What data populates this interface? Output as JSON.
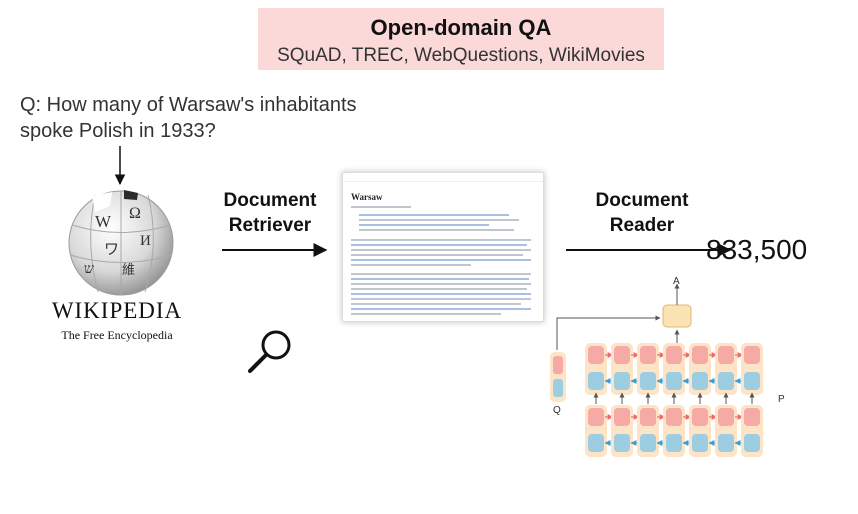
{
  "header": {
    "title": "Open-domain QA",
    "datasets": "SQuAD, TREC, WebQuestions, WikiMovies"
  },
  "question": {
    "line1": "Q:  How many of Warsaw's inhabitants",
    "line2": "spoke Polish in 1933?"
  },
  "wikipedia": {
    "wordmark": "WIKIPEDIA",
    "tagline": "The Free Encyclopedia",
    "globe_glyphs": [
      "W",
      "Ω",
      "И",
      "ワ",
      "維",
      "ש"
    ]
  },
  "retriever": {
    "line1": "Document",
    "line2": "Retriever"
  },
  "document": {
    "title": "Warsaw"
  },
  "reader": {
    "line1": "Document",
    "line2": "Reader"
  },
  "answer": "833,500",
  "model_diagram": {
    "output_label": "A",
    "question_label": "Q",
    "passage_label": "P",
    "colors": {
      "cell_pink": "#f5aaa6",
      "cell_blue": "#9ccde0",
      "cell_bg": "#fde4c6",
      "output_node": "#fbe3b4",
      "arrow_pink": "#ef6b6b",
      "arrow_blue": "#3aa0d8"
    }
  }
}
